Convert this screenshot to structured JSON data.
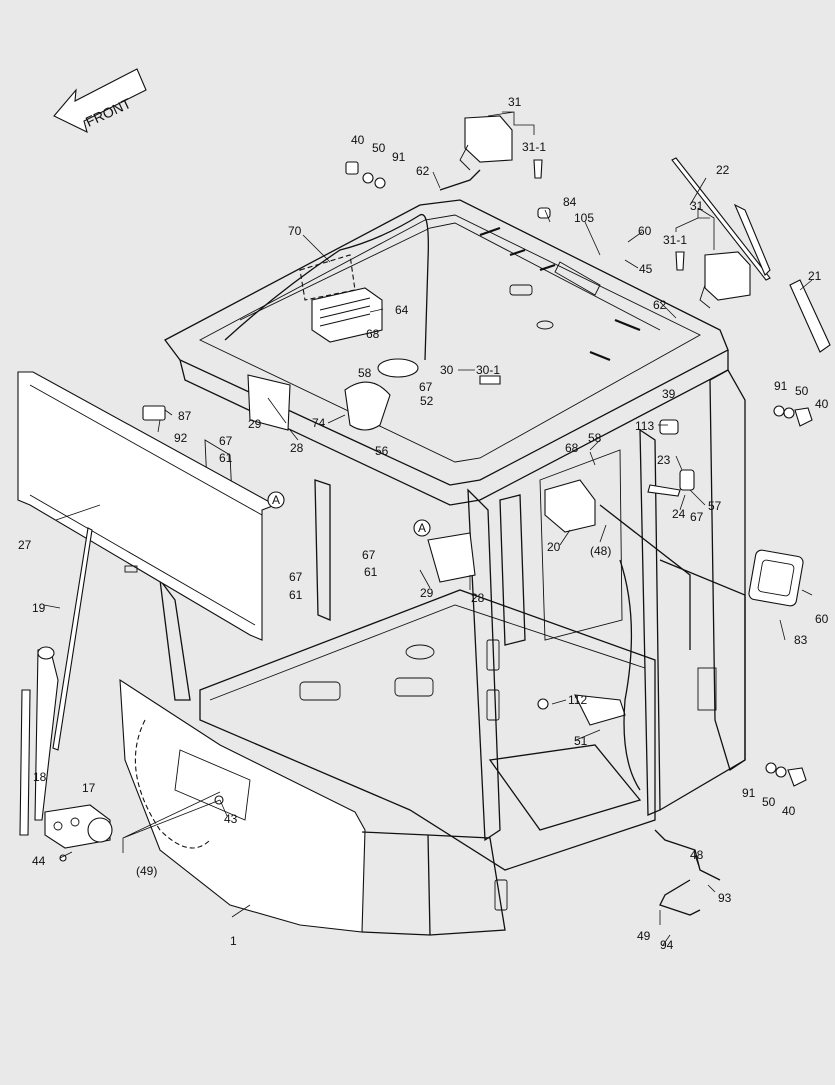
{
  "diagram": {
    "front_label": "FRONT",
    "labels": [
      {
        "id": "1",
        "text": "1"
      },
      {
        "id": "17",
        "text": "17"
      },
      {
        "id": "18",
        "text": "18"
      },
      {
        "id": "19",
        "text": "19"
      },
      {
        "id": "20",
        "text": "20"
      },
      {
        "id": "21",
        "text": "21"
      },
      {
        "id": "22",
        "text": "22"
      },
      {
        "id": "23",
        "text": "23"
      },
      {
        "id": "24",
        "text": "24"
      },
      {
        "id": "27",
        "text": "27"
      },
      {
        "id": "28a",
        "text": "28"
      },
      {
        "id": "28b",
        "text": "28"
      },
      {
        "id": "29a",
        "text": "29"
      },
      {
        "id": "29b",
        "text": "29"
      },
      {
        "id": "30",
        "text": "30"
      },
      {
        "id": "30-1",
        "text": "30-1"
      },
      {
        "id": "31a",
        "text": "31"
      },
      {
        "id": "31-1a",
        "text": "31-1"
      },
      {
        "id": "31b",
        "text": "31"
      },
      {
        "id": "31-1b",
        "text": "31-1"
      },
      {
        "id": "39",
        "text": "39"
      },
      {
        "id": "40a",
        "text": "40"
      },
      {
        "id": "40b",
        "text": "40"
      },
      {
        "id": "40c",
        "text": "40"
      },
      {
        "id": "43",
        "text": "43"
      },
      {
        "id": "44",
        "text": "44"
      },
      {
        "id": "45",
        "text": "45"
      },
      {
        "id": "48a",
        "text": "(48)"
      },
      {
        "id": "48b",
        "text": "48"
      },
      {
        "id": "49a",
        "text": "(49)"
      },
      {
        "id": "49b",
        "text": "49"
      },
      {
        "id": "50a",
        "text": "50"
      },
      {
        "id": "50b",
        "text": "50"
      },
      {
        "id": "50c",
        "text": "50"
      },
      {
        "id": "51",
        "text": "51"
      },
      {
        "id": "52",
        "text": "52"
      },
      {
        "id": "56",
        "text": "56"
      },
      {
        "id": "57",
        "text": "57"
      },
      {
        "id": "58a",
        "text": "58"
      },
      {
        "id": "58b",
        "text": "58"
      },
      {
        "id": "60a",
        "text": "60"
      },
      {
        "id": "60b",
        "text": "60"
      },
      {
        "id": "61a",
        "text": "61"
      },
      {
        "id": "61b",
        "text": "61"
      },
      {
        "id": "61c",
        "text": "61"
      },
      {
        "id": "62a",
        "text": "62"
      },
      {
        "id": "62b",
        "text": "62"
      },
      {
        "id": "64",
        "text": "64"
      },
      {
        "id": "67a",
        "text": "67"
      },
      {
        "id": "67b",
        "text": "67"
      },
      {
        "id": "67c",
        "text": "67"
      },
      {
        "id": "67d",
        "text": "67"
      },
      {
        "id": "67e",
        "text": "67"
      },
      {
        "id": "68a",
        "text": "68"
      },
      {
        "id": "68b",
        "text": "68"
      },
      {
        "id": "70",
        "text": "70"
      },
      {
        "id": "74",
        "text": "74"
      },
      {
        "id": "83",
        "text": "83"
      },
      {
        "id": "84",
        "text": "84"
      },
      {
        "id": "87",
        "text": "87"
      },
      {
        "id": "91a",
        "text": "91"
      },
      {
        "id": "91b",
        "text": "91"
      },
      {
        "id": "91c",
        "text": "91"
      },
      {
        "id": "92",
        "text": "92"
      },
      {
        "id": "93",
        "text": "93"
      },
      {
        "id": "94",
        "text": "94"
      },
      {
        "id": "105",
        "text": "105"
      },
      {
        "id": "112",
        "text": "112"
      },
      {
        "id": "113",
        "text": "113"
      }
    ],
    "callout_a": "A",
    "colors": {
      "background": "#e9e9e9",
      "line": "#111111",
      "fill": "#ffffff"
    }
  }
}
